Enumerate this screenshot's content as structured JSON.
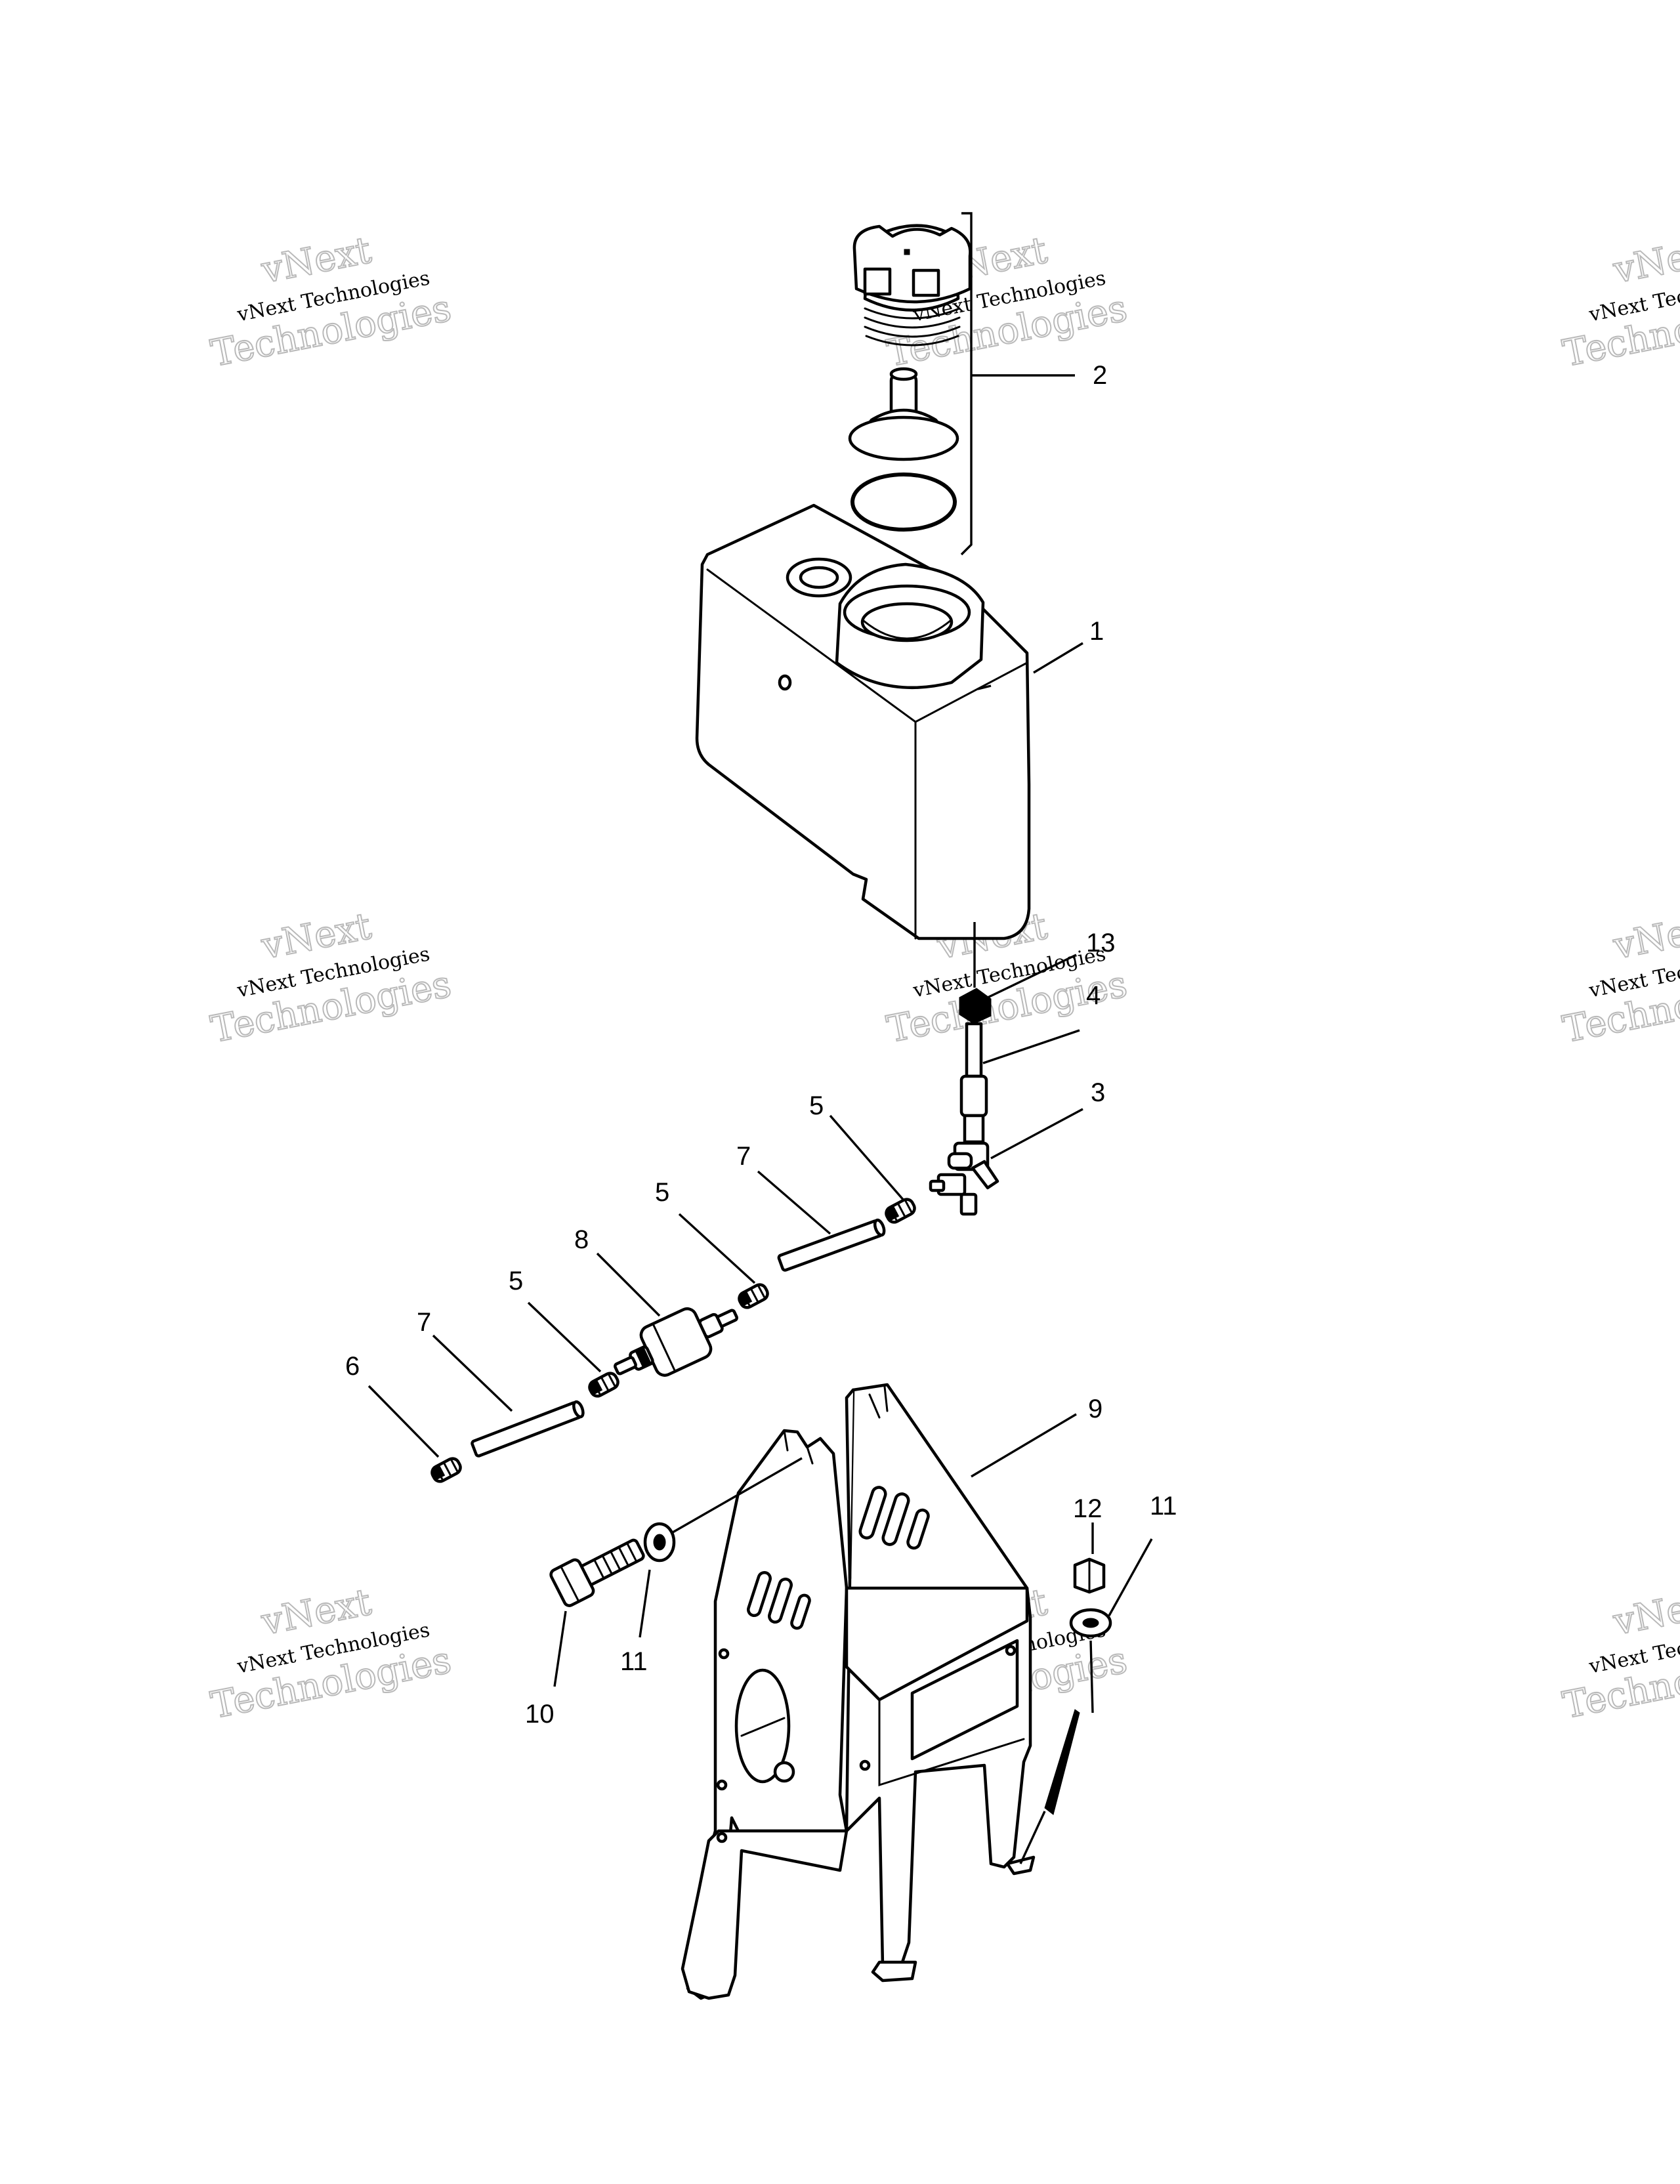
{
  "watermark": {
    "line1": "vNext",
    "line2": "vNext Technologies",
    "line3": "Technologies"
  },
  "callouts": [
    "1",
    "2",
    "3",
    "4",
    "5",
    "5",
    "5",
    "6",
    "7",
    "7",
    "8",
    "9",
    "10",
    "11",
    "11",
    "12",
    "13"
  ],
  "colors": {
    "ink": "#000000",
    "paper": "#ffffff",
    "watermark": "#b9b9b9"
  }
}
